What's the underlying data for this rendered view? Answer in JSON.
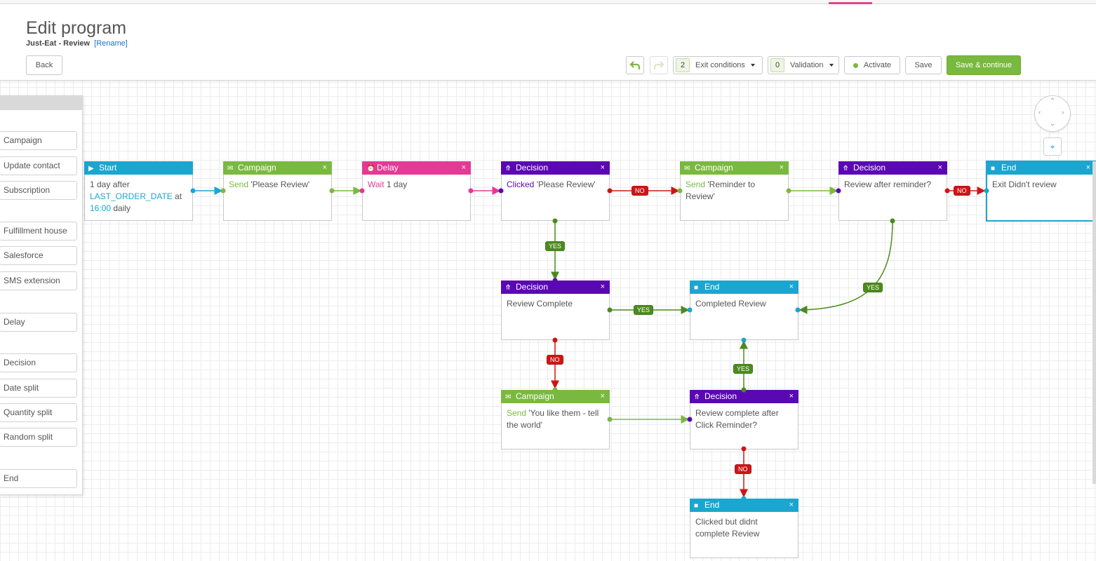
{
  "header": {
    "title": "Edit program",
    "subtitle": "Just-Eat - Review",
    "rename": "[Rename]",
    "back": "Back",
    "exit_count": "2",
    "exit_label": "Exit conditions",
    "validation_count": "0",
    "validation_label": "Validation",
    "activate": "Activate",
    "save": "Save",
    "save_continue": "Save & continue"
  },
  "palette": [
    "Campaign",
    "Update contact",
    "Subscription",
    "Fulfillment house",
    "Salesforce",
    "SMS extension",
    "Delay",
    "Decision",
    "Date split",
    "Quantity split",
    "Random split",
    "End"
  ],
  "nodes": {
    "start": {
      "title": "Start",
      "l1": "1 day after",
      "l2": "LAST_ORDER_DATE",
      "l3": "at",
      "l4": "16:00",
      "l5": "daily"
    },
    "campaign1": {
      "title": "Campaign",
      "verb": "Send",
      "text": "'Please Review'"
    },
    "delay": {
      "title": "Delay",
      "verb": "Wait",
      "text": "1 day"
    },
    "decision1": {
      "title": "Decision",
      "verb": "Clicked",
      "text": "'Please Review'"
    },
    "campaign2": {
      "title": "Campaign",
      "verb": "Send",
      "text": "'Reminder to Review'"
    },
    "decision2": {
      "title": "Decision",
      "text": "Review after reminder?"
    },
    "end1": {
      "title": "End",
      "text": "Exit Didn't review"
    },
    "decision3": {
      "title": "Decision",
      "text": "Review Complete"
    },
    "end2": {
      "title": "End",
      "text": "Completed Review"
    },
    "campaign3": {
      "title": "Campaign",
      "verb": "Send",
      "text": "'You like them - tell the world'"
    },
    "decision4": {
      "title": "Decision",
      "text": "Review complete after Click Reminder?"
    },
    "end3": {
      "title": "End",
      "text": "Clicked but didnt complete Review"
    }
  },
  "tags": {
    "yes": "YES",
    "no": "NO"
  },
  "colors": {
    "campaign": "#7ab93f",
    "start_end": "#1ba6cf",
    "delay": "#e33a95",
    "decision": "#5a08b4",
    "yes": "#4c8a1e",
    "no": "#cc1616"
  }
}
